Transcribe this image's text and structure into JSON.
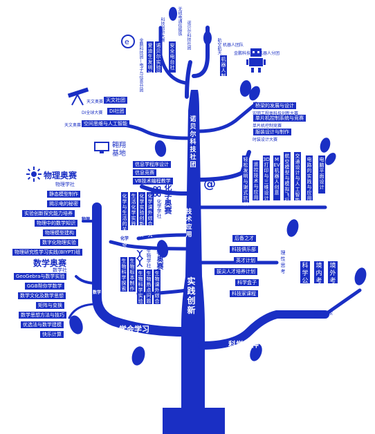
{
  "colors": {
    "primary": "#1a2fc4",
    "background": "#ffffff"
  },
  "trunk": {
    "top": "诺贝尔科技社团",
    "mid": "技术应用",
    "low": "实践创新"
  },
  "branches": {
    "learn": "学会学习",
    "science": "科学精神"
  },
  "top_section": {
    "smalltexts": [
      "无线电通信锻铁",
      "科技创新大赛",
      "金鹏科技团—电子与信息分团",
      "诺贝尔科技社团",
      "航空航天",
      "机器人团队",
      "金鹏科技团—机器人分团"
    ],
    "vboxes": [
      "爱迪生发明社",
      "诺贝尔实验室",
      "安全电台社",
      "机器人制作社"
    ],
    "astro": {
      "label": "天文奥赛",
      "box": "天文社团"
    },
    "di": {
      "label": "DI全球大赛",
      "box": "DI社团"
    },
    "ai": {
      "label": "天文奥赛",
      "box": "空间思维与人工智能"
    },
    "right_items": [
      {
        "box": "桥梁的发展与设计",
        "text": "宏明工程类科技创新大赛"
      },
      {
        "box": "单片机控制系统与竞赛",
        "text": "单片机控制竞赛"
      },
      {
        "box": "服装设计与制作",
        "text": "时装设计大赛"
      }
    ]
  },
  "physics": {
    "title": "物理奥赛",
    "sub": "物理学社",
    "items": [
      "静态模型制作",
      "揭示电的秘密",
      "实验创新探究能力培养",
      "物理中的数学知识",
      "物理模型建构",
      "数字化物理实验",
      "物理研究性学习实践(BIYPT)班"
    ],
    "branch_label": "物理"
  },
  "math": {
    "title": "数学奥赛",
    "sub": "数学社",
    "items": [
      "GeoGebra与数学实验",
      "GGB帮你学数学",
      "数学文化及数学思想",
      "矩阵与变换",
      "数学思想方法与技巧",
      "优选法与数学建模",
      "快乐计算"
    ],
    "branch_label": "数学"
  },
  "info": {
    "title": "翱翔基地",
    "items": [
      "信息学程序设计",
      "信息竞赛",
      "VB技术编程教学"
    ],
    "branch_label": "信息"
  },
  "chem": {
    "title": "化学奥赛",
    "sub": "化学学社",
    "vboxes": [
      "化学与生活的关系研究",
      "生活化学实践",
      "化学实验创新设计",
      "化学课外综合研究"
    ],
    "branch_label": "化学"
  },
  "bio": {
    "title": "生物奥赛",
    "sub": "生物学社",
    "vboxes": [
      "生物科学探索",
      "生物标本制作",
      "生物科学实验研究",
      "生物热点问题研究",
      "生物课外综合研究"
    ],
    "branch_label": "生物"
  },
  "tech_right": {
    "vboxes": [
      "轻松发明与谢式抗训",
      "遥控技术与应用",
      "3D打印与三维设计",
      "MEV机器人创意",
      "航空模型与模拟飞行",
      "交通设计与人工智能",
      "电路的实践与应用",
      "电脑平面设计"
    ]
  },
  "science_boxes": {
    "items": [
      "后备之才",
      "科技俱乐部",
      "英才计划",
      "拔尖人才培养计划",
      "科学盒子",
      "科技家课程"
    ],
    "vlabel": "理性思考"
  },
  "explore": {
    "vboxes": [
      "科学公园",
      "境内考察",
      "境外考察"
    ],
    "label": "勇于探索"
  }
}
